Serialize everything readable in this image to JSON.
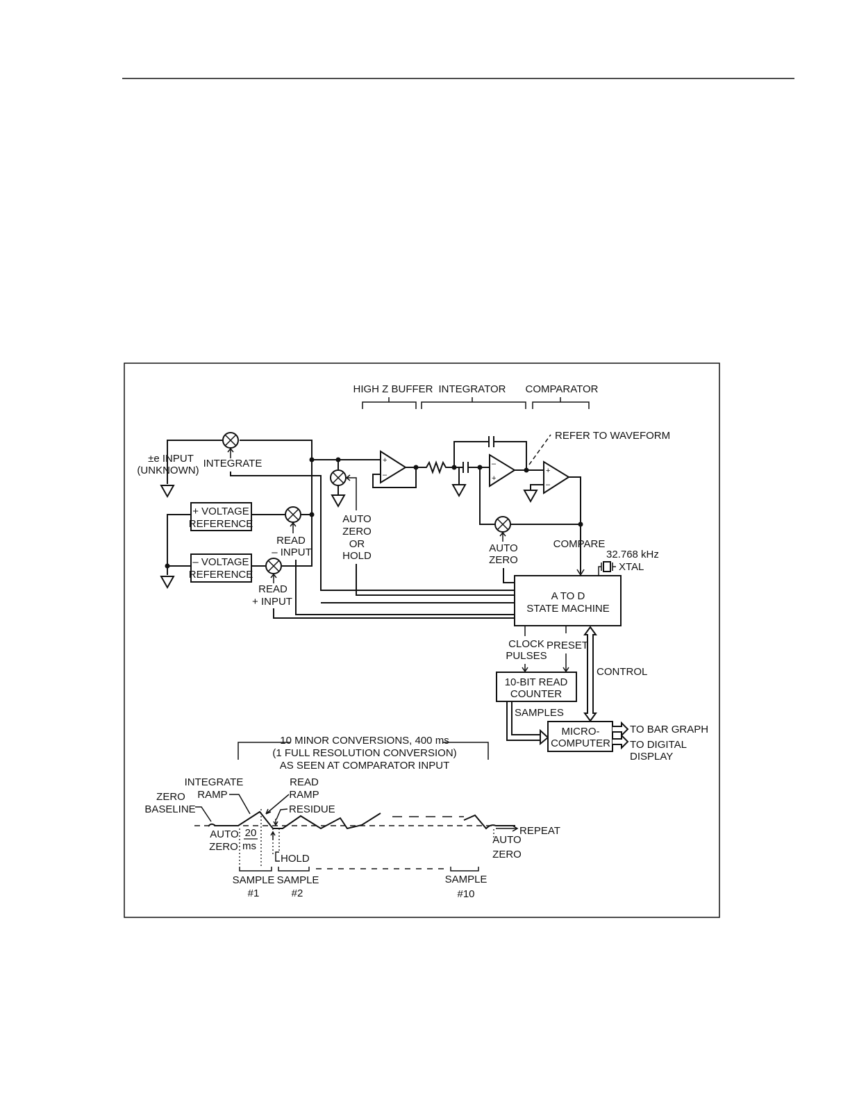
{
  "labels": {
    "high_z_buffer": "HIGH Z BUFFER",
    "integrator": "INTEGRATOR",
    "comparator": "COMPARATOR",
    "refer_to_waveform": "REFER TO WAVEFORM",
    "e_input": "±e INPUT",
    "unknown": "(UNKNOWN)",
    "integrate": "INTEGRATE",
    "pos_voltage_ref_1": "+ VOLTAGE",
    "pos_voltage_ref_2": "REFERENCE",
    "neg_voltage_ref_1": "– VOLTAGE",
    "neg_voltage_ref_2": "REFERENCE",
    "read_minus_1": "READ",
    "read_minus_2": "– INPUT",
    "read_plus_1": "READ",
    "read_plus_2": "+ INPUT",
    "auto_zero_hold_1": "AUTO",
    "auto_zero_hold_2": "ZERO",
    "auto_zero_hold_3": "OR",
    "auto_zero_hold_4": "HOLD",
    "auto_zero_int_1": "AUTO",
    "auto_zero_int_2": "ZERO",
    "compare": "COMPARE",
    "xtal_freq": "32.768 kHz",
    "xtal": "XTAL",
    "state_machine_1": "A TO D",
    "state_machine_2": "STATE MACHINE",
    "clock_pulses_1": "CLOCK",
    "clock_pulses_2": "PULSES",
    "preset": "PRESET",
    "control": "CONTROL",
    "counter_1": "10-BIT READ",
    "counter_2": "COUNTER",
    "samples": "SAMPLES",
    "micro_1": "MICRO-",
    "micro_2": "COMPUTER",
    "to_bar_graph": "TO BAR GRAPH",
    "to_digital_1": "TO DIGITAL",
    "to_digital_2": "DISPLAY",
    "plus": "+",
    "minus": "–"
  },
  "waveform": {
    "title_1": "10 MINOR CONVERSIONS, 400 ms",
    "title_2": "(1 FULL RESOLUTION CONVERSION)",
    "title_3": "AS SEEN AT COMPARATOR INPUT",
    "integrate_ramp_1": "INTEGRATE",
    "integrate_ramp_2": "RAMP",
    "read_ramp_1": "READ",
    "read_ramp_2": "RAMP",
    "residue": "RESIDUE",
    "zero_baseline_1": "ZERO",
    "zero_baseline_2": "BASELINE",
    "auto_zero_1": "AUTO",
    "auto_zero_2": "ZERO",
    "time_value": "20",
    "time_unit": "ms",
    "hold": "HOLD",
    "repeat": "REPEAT",
    "auto_zero_end_1": "AUTO",
    "auto_zero_end_2": "ZERO",
    "sample_1": "SAMPLE",
    "sample_1_num": "#1",
    "sample_2": "SAMPLE",
    "sample_2_num": "#2",
    "sample_10": "SAMPLE",
    "sample_10_num": "#10"
  }
}
